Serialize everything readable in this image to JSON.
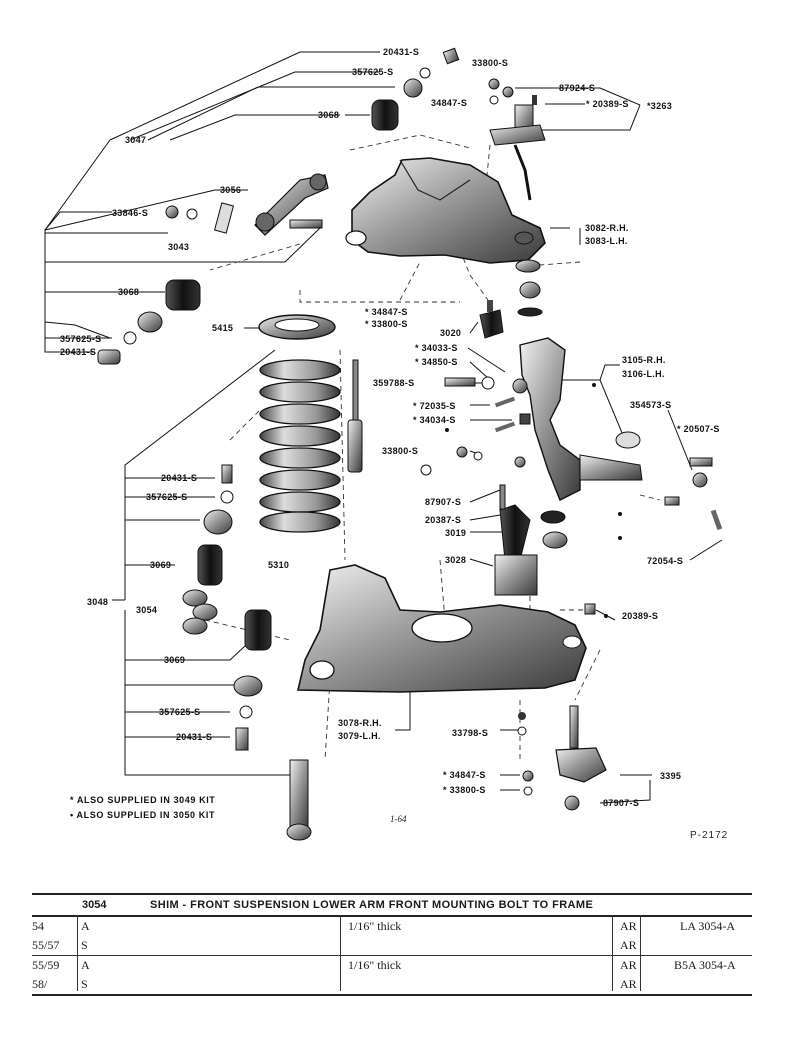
{
  "callouts": {
    "c20431_top": "20431-S",
    "c357625_top": "357625-S",
    "c33800_top": "33800-S",
    "c87924": "87924-S",
    "c34847_top": "34847-S",
    "c20389_top": "* 20389-S",
    "c3263": "*3263",
    "c3068_top": "3068",
    "c3047": "3047",
    "c3056": "3056",
    "c33846": "33846-S",
    "c3043": "3043",
    "c3082": "3082-R.H.",
    "c3083": "3083-L.H.",
    "c3068_mid": "3068",
    "c34847_mid": "* 34847-S",
    "c33800_mid": "* 33800-S",
    "c357625_mid": "357625-S",
    "c20431_mid": "20431-S",
    "c5415": "5415",
    "c3020": "3020",
    "c34033": "* 34033-S",
    "c34850": "* 34850-S",
    "c359788": "359788-S",
    "c72035": "* 72035-S",
    "c34034": "* 34034-S",
    "c3105": "3105-R.H.",
    "c3106": "3106-L.H.",
    "c354573": "354573-S",
    "c20507": "* 20507-S",
    "c33800_low": "33800-S",
    "c87907_mid": "87907-S",
    "c20387": "20387-S",
    "c3019": "3019",
    "c3028": "3028",
    "c72054": "72054-S",
    "c20431_low": "20431-S",
    "c357625_low": "357625-S",
    "c5310": "5310",
    "c3069_a": "3069",
    "c3048": "3048",
    "c3054": "3054",
    "c3069_b": "3069",
    "c20389_low": "20389-S",
    "c357625_bot": "357625-S",
    "c20431_bot": "20431-S",
    "c3078": "3078-R.H.",
    "c3079": "3079-L.H.",
    "c33798": "33798-S",
    "c34847_bot": "* 34847-S",
    "c33800_bot": "* 33800-S",
    "c3395": "3395",
    "c87907_bot": "87907-S"
  },
  "notes": {
    "kit1": "*  ALSO SUPPLIED IN 3049 KIT",
    "kit2": "•  ALSO SUPPLIED IN 3050 KIT",
    "figure": "1-64",
    "plate": "P-2172"
  },
  "table": {
    "part_no": "3054",
    "description": "SHIM - FRONT SUSPENSION LOWER ARM FRONT MOUNTING BOLT TO FRAME",
    "rows": [
      {
        "year": "54",
        "code": "A",
        "spec": "1/16\" thick",
        "qty": "AR",
        "part": "LA  3054-A"
      },
      {
        "year": "55/57",
        "code": "S",
        "spec": "",
        "qty": "AR",
        "part": ""
      },
      {
        "year": "55/59",
        "code": "A",
        "spec": "1/16\" thick",
        "qty": "AR",
        "part": "B5A  3054-A"
      },
      {
        "year": "58/",
        "code": "S",
        "spec": "",
        "qty": "AR",
        "part": ""
      }
    ]
  }
}
